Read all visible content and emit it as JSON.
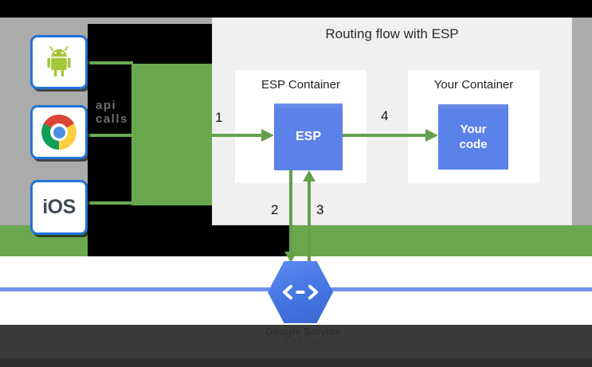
{
  "diagram": {
    "title": "Routing flow with ESP",
    "clients": {
      "ios_label": "iOS",
      "note_line1": "api",
      "note_line2": "calls"
    },
    "esp_container": {
      "title": "ESP Container",
      "esp_label": "ESP"
    },
    "your_container": {
      "title": "Your Container",
      "code_line1": "Your",
      "code_line2": "code"
    },
    "steps": {
      "step1": "1",
      "step2": "2",
      "step3": "3",
      "step4": "4"
    },
    "google_service": {
      "line1": "Google Service",
      "line2": "Control"
    },
    "colors": {
      "flow_green": "#6aa84f",
      "box_blue": "#5b82e8",
      "hexagon_blue": "#4575e2",
      "service_line_blue": "#7191ec",
      "band_gray": "#ababab",
      "panel_gray": "#f0f0f1",
      "letterbox_black": "#000000",
      "bottom_band_dark": "#3a3a3a"
    }
  }
}
